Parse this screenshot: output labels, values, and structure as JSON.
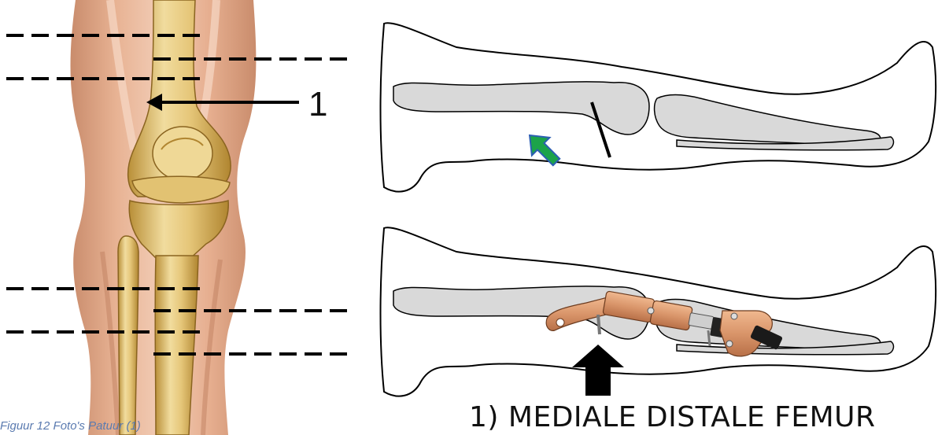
{
  "figure": {
    "knee_label": "1",
    "caption": "1) MEDIALE DISTALE FEMUR",
    "figure_caption": "Figuur 12 Foto's Patuur (1)"
  },
  "colors": {
    "skin": "#d9a183",
    "skin_light": "#eec3aa",
    "bone": "#e8cf8a",
    "bone_shade": "#c9a24a",
    "leg_bone_gray": "#d9d9d9",
    "fixator_copper": "#d9956a",
    "arrow_green": "#1ca34a",
    "arrow_green_outline": "#2c5fb2",
    "arrow_black": "#000000"
  }
}
